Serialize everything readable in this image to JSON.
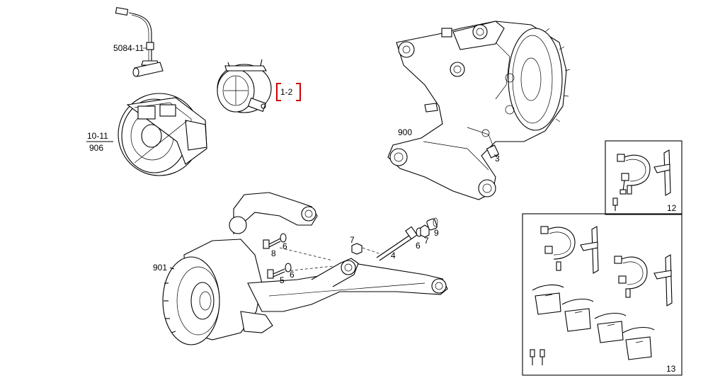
{
  "labels": {
    "sensor": "5084-11",
    "chamber": "1-2",
    "caliper_top": "10-11",
    "caliper_bottom": "906",
    "knuckle": "900",
    "bolt_3": "3",
    "hub": "901",
    "bolt_8": "8",
    "washer_6a": "6",
    "bolt_5": "5",
    "washer_6b": "6",
    "nut_7a": "7",
    "rod_4": "4",
    "washer_6c": "6",
    "nut_7b": "7",
    "bush_9": "9",
    "kit_12": "12",
    "kit_13": "13"
  },
  "colors": {
    "highlight": "#cc0000",
    "line": "#000000"
  }
}
